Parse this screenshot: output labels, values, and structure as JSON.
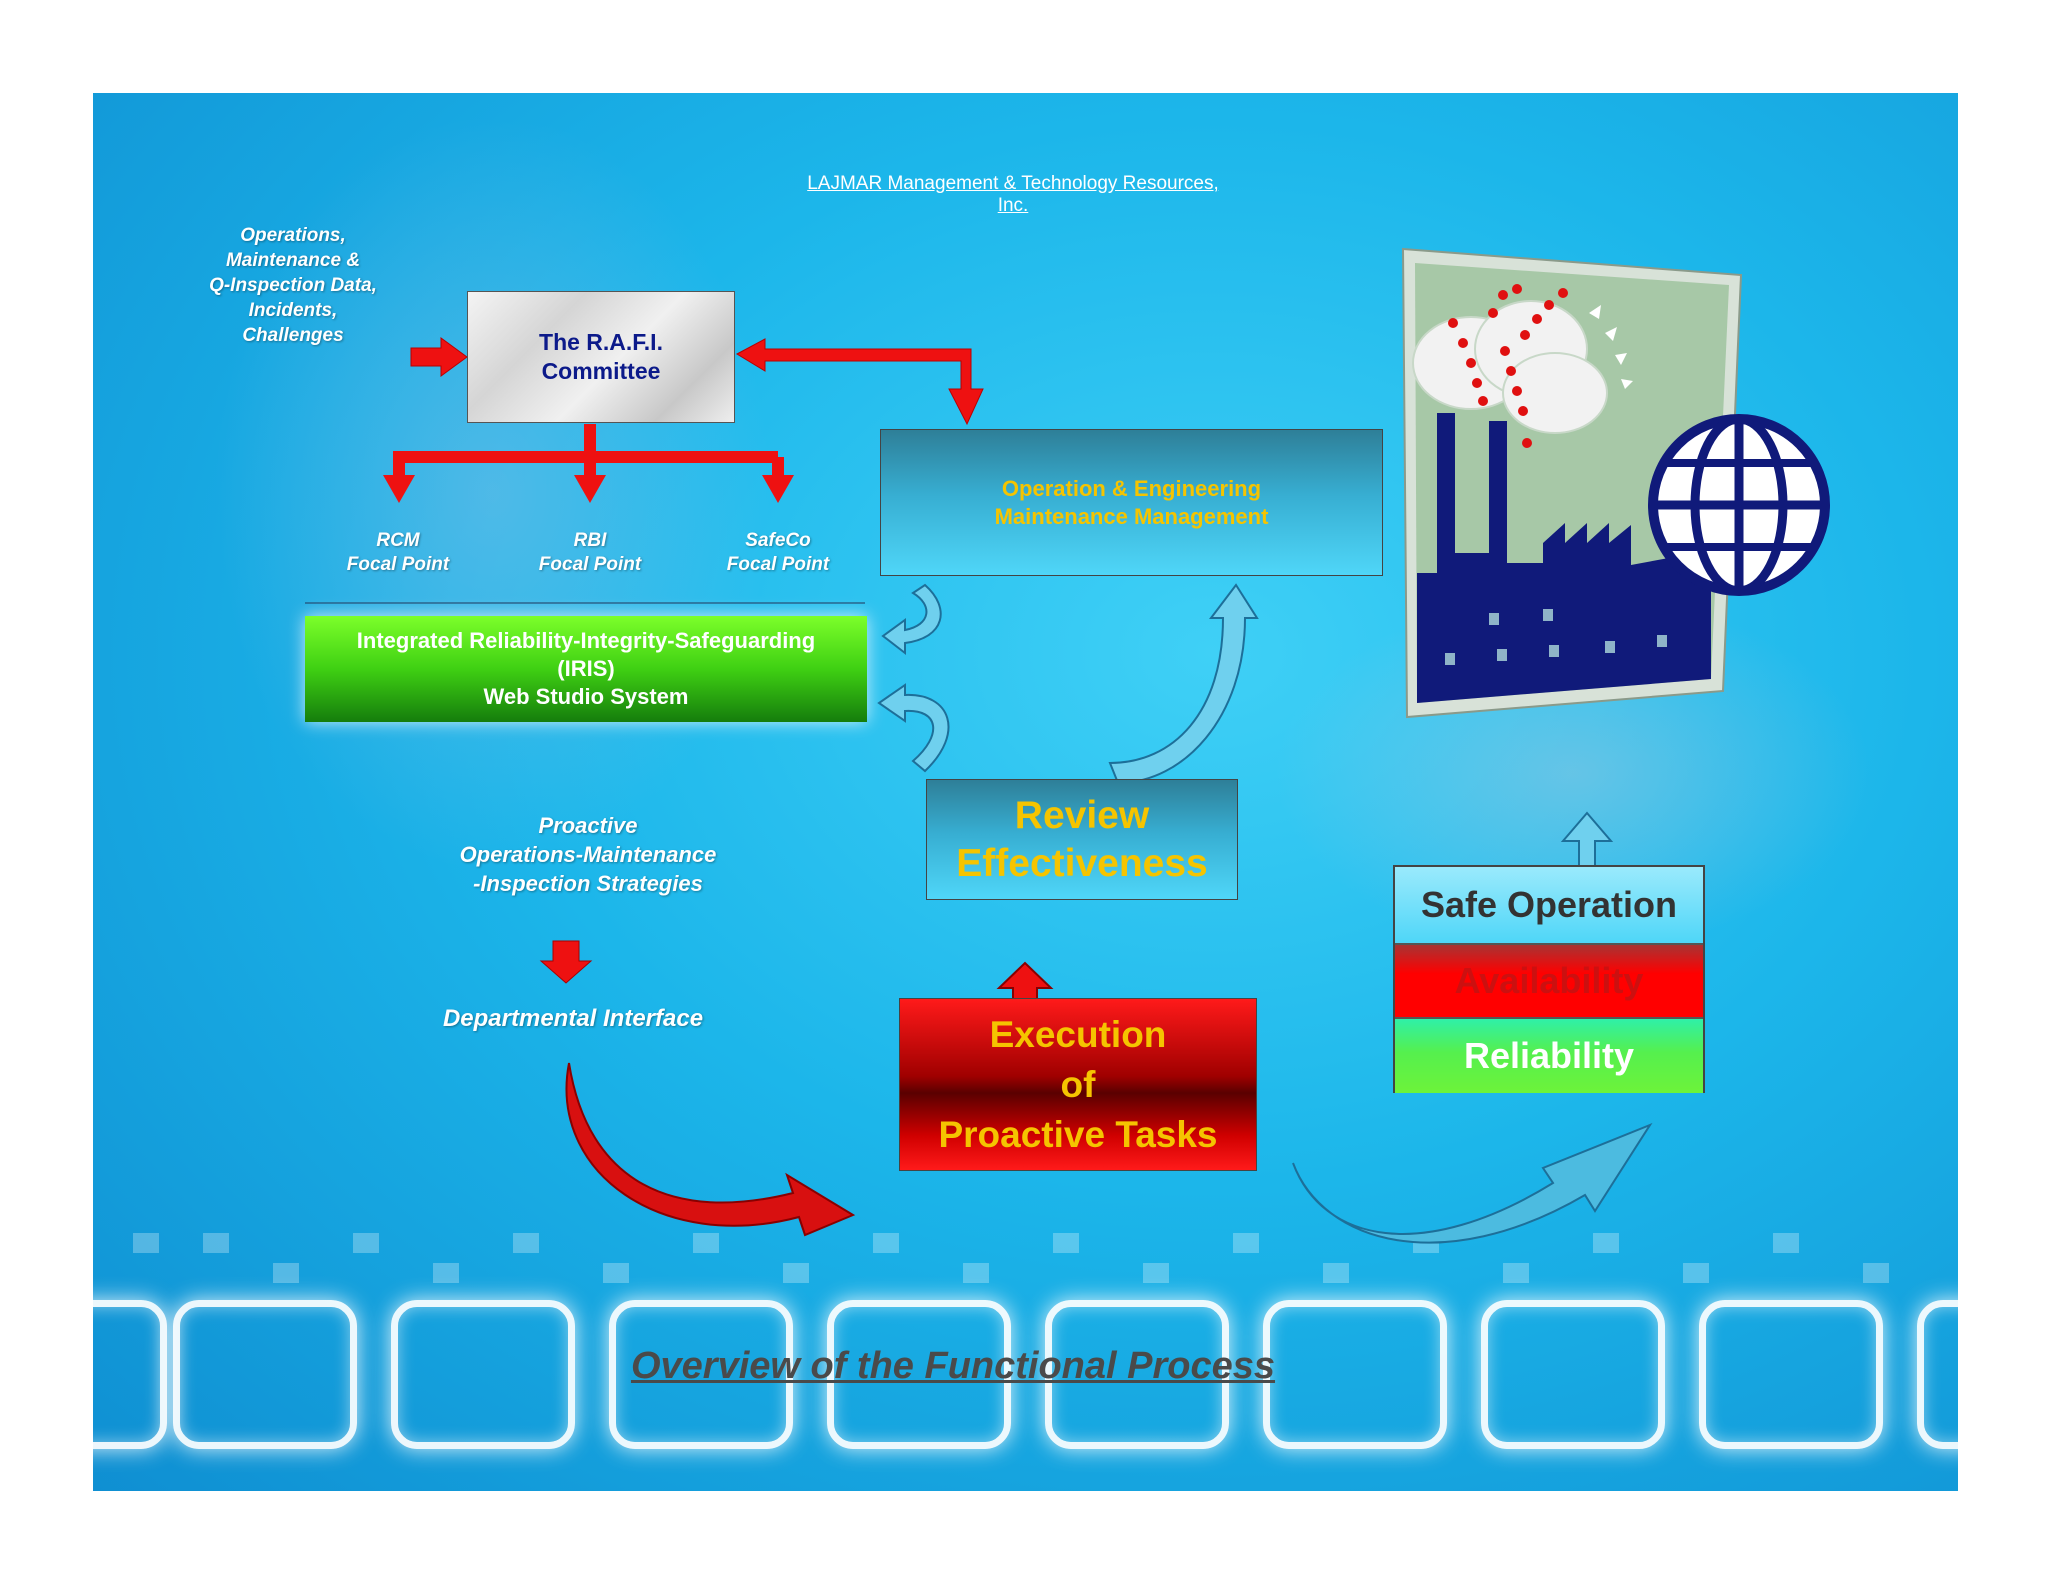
{
  "header": {
    "company": "LAJMAR Management & Technology Resources, Inc."
  },
  "inputs": {
    "lines": [
      "Operations,",
      "Maintenance &",
      "Q-Inspection Data,",
      "Incidents,",
      "Challenges"
    ]
  },
  "committee": {
    "lines": [
      "The R.A.F.I.",
      "Committee"
    ]
  },
  "focal_points": [
    {
      "name": "RCM",
      "sub": "Focal Point"
    },
    {
      "name": "RBI",
      "sub": "Focal Point"
    },
    {
      "name": "SafeCo",
      "sub": "Focal Point"
    }
  ],
  "iris": {
    "lines": [
      "Integrated Reliability-Integrity-Safeguarding",
      "(IRIS)",
      "Web Studio System"
    ]
  },
  "strategies": {
    "lines": [
      "Proactive",
      "Operations-Maintenance",
      "-Inspection Strategies"
    ]
  },
  "interface": {
    "label": "Departmental Interface"
  },
  "oem": {
    "lines": [
      "Operation & Engineering",
      "Maintenance Management"
    ]
  },
  "review": {
    "lines": [
      "Review",
      "Effectiveness"
    ]
  },
  "execution": {
    "lines": [
      "Execution",
      "of",
      "Proactive Tasks"
    ]
  },
  "outcomes": {
    "safe": "Safe Operation",
    "availability": "Availability",
    "reliability": "Reliability"
  },
  "footer": {
    "title": "Overview of the Functional Process"
  },
  "colors": {
    "arrow_red": "#ee1111",
    "arrow_blue": "#5fcbe8",
    "text_gold": "#f5c400",
    "navy": "#0b1a7a"
  }
}
